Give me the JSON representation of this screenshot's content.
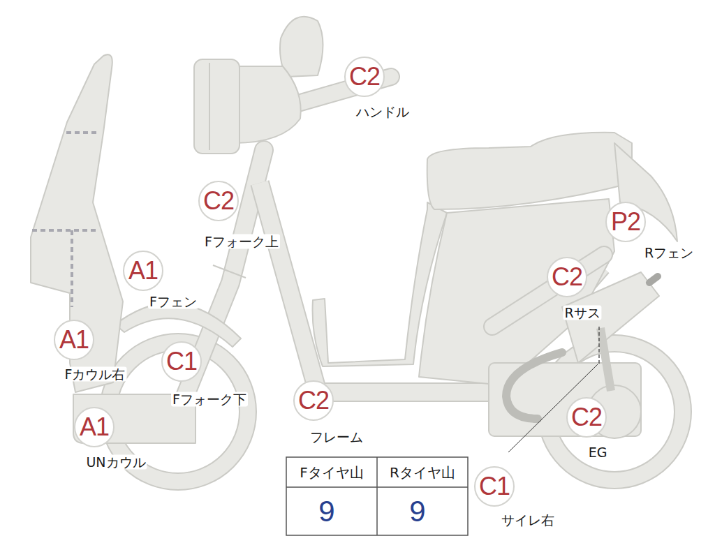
{
  "diagram": {
    "nodes": [
      {
        "text": [
          "C2",
          "ハンドル"
        ]
      },
      {
        "text": [
          "C2",
          "Fフォーク上"
        ]
      },
      {
        "text": [
          "A1",
          "Fフェン"
        ]
      },
      {
        "text": [
          "P2",
          "Rフェン"
        ]
      },
      {
        "text": [
          "C2",
          "Rサス"
        ]
      },
      {
        "text": [
          "A1",
          "Fカウル右"
        ]
      },
      {
        "text": [
          "C1",
          "Fフォーク下"
        ]
      },
      {
        "text": [
          "C2",
          "フレーム"
        ]
      },
      {
        "text": [
          "C2",
          "EG"
        ]
      },
      {
        "text": [
          "A1",
          "UNカウル"
        ]
      },
      {
        "text": [
          "C1",
          "サイレ右"
        ]
      }
    ],
    "labels": [
      "Fタイヤ山",
      "Rタイヤ山",
      "9",
      "9"
    ]
  }
}
